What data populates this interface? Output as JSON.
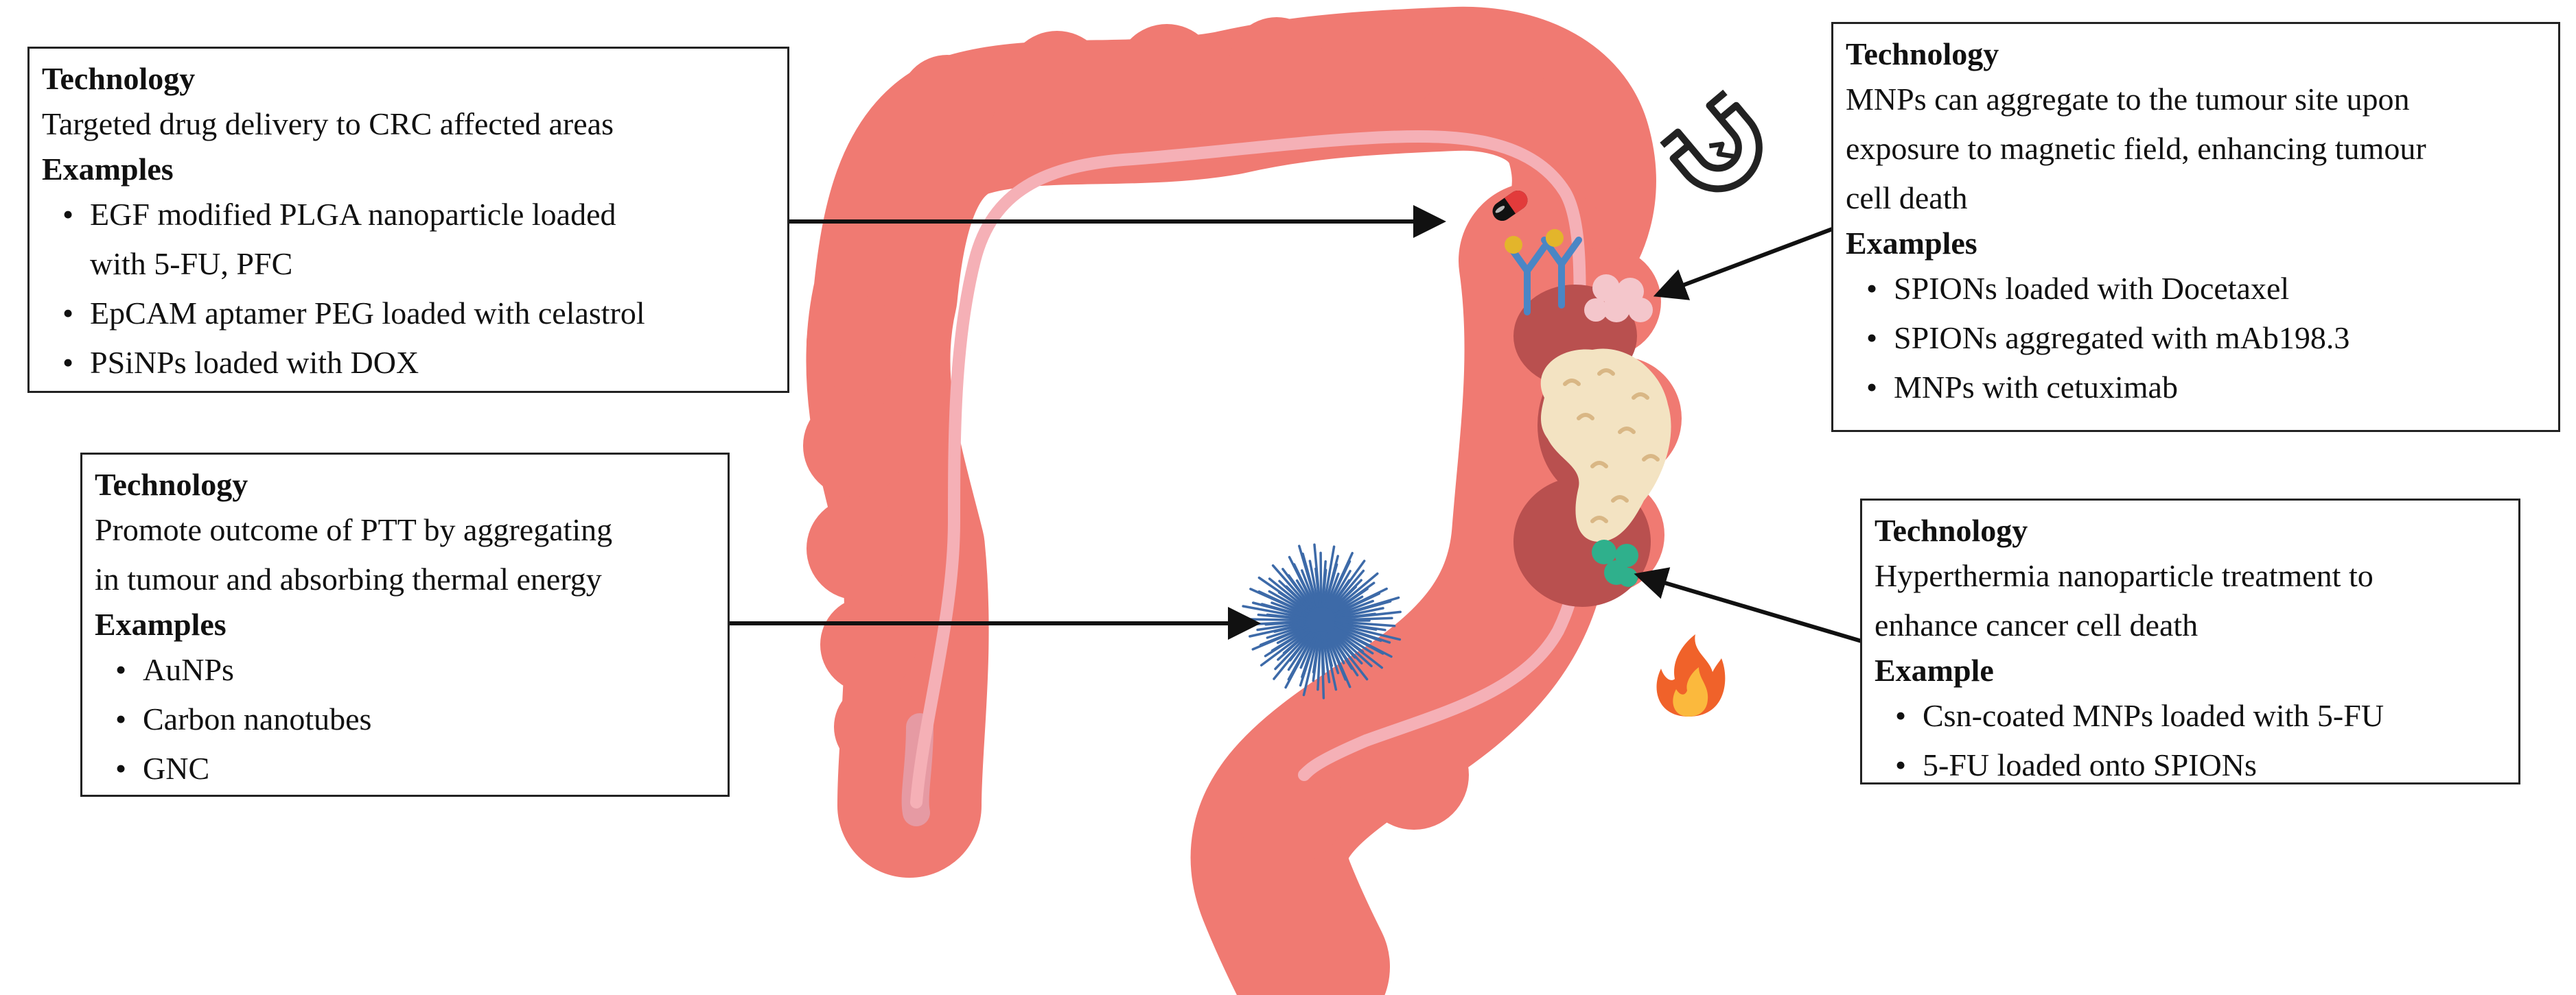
{
  "colors": {
    "colon": "#f07a72",
    "colon_dark": "#e0645e",
    "lumen_line": "#f5b0b6",
    "tumor_region": "#b9504f",
    "tumor_mass": "#f3e3c2",
    "tumor_spots": "#d9b785",
    "nanoparticle_blue": "#3d6aa8",
    "antibody_blue": "#4a86c5",
    "antibody_tip": "#e3b52b",
    "pink_particles": "#f4c6cb",
    "teal_particles": "#2fb08c",
    "arrow": "#111111",
    "fire_outer": "#f0622a",
    "fire_inner": "#fbb93d"
  },
  "boxes": {
    "top_left": {
      "heading": "Technology",
      "text_lines": [
        "Targeted drug delivery to CRC affected areas"
      ],
      "examples_heading": "Examples",
      "items": [
        [
          "EGF modified PLGA nanoparticle loaded",
          "with 5-FU, PFC"
        ],
        [
          "EpCAM aptamer PEG loaded with celastrol"
        ],
        [
          "PSiNPs loaded with DOX"
        ]
      ]
    },
    "middle_left": {
      "heading": "Technology",
      "text_lines": [
        "Promote outcome of PTT by aggregating",
        "in tumour and absorbing thermal energy"
      ],
      "examples_heading": "Examples",
      "items": [
        [
          "AuNPs"
        ],
        [
          "Carbon nanotubes"
        ],
        [
          "GNC"
        ]
      ]
    },
    "top_right": {
      "heading": "Technology",
      "text_lines": [
        "MNPs can aggregate to the tumour site upon",
        "exposure to magnetic field, enhancing tumour",
        "cell death"
      ],
      "examples_heading": "Examples",
      "items": [
        [
          "SPIONs loaded with Docetaxel"
        ],
        [
          "SPIONs aggregated with mAb198.3"
        ],
        [
          "MNPs with cetuximab"
        ]
      ]
    },
    "bottom_right": {
      "heading": "Technology",
      "text_lines": [
        "Hyperthermia nanoparticle treatment to",
        "enhance cancer cell death"
      ],
      "examples_heading": "Example",
      "items": [
        [
          "Csn-coated MNPs loaded with 5-FU"
        ],
        [
          "5-FU loaded onto SPIONs"
        ]
      ]
    }
  },
  "icons": [
    "magnet-icon",
    "capsule-icon",
    "antibody-icon",
    "nanoparticle-burst-icon",
    "fire-icon",
    "colon-illustration"
  ]
}
